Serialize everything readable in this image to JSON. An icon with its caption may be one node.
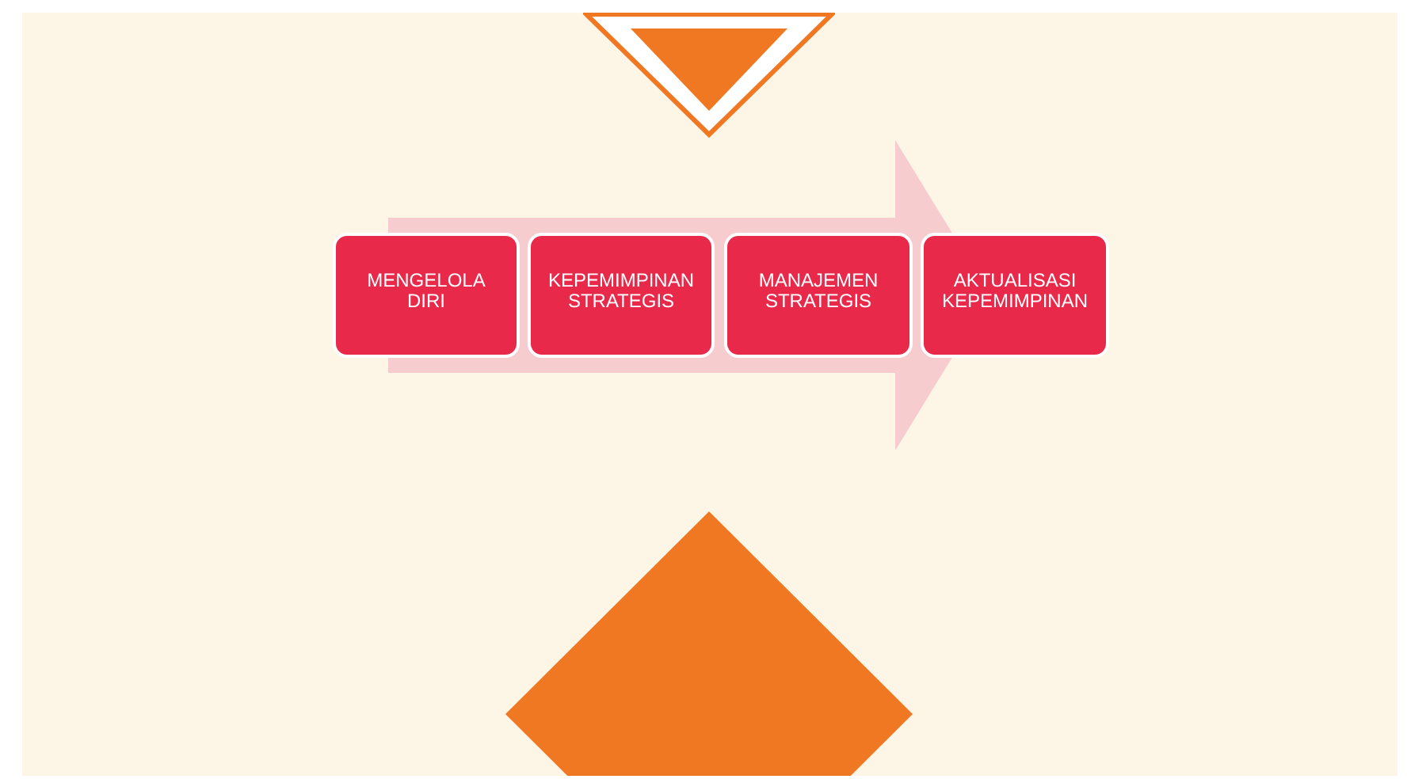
{
  "diagram": {
    "nodes": [
      {
        "text": [],
        "shape": "triangle"
      },
      {
        "text": [
          "MENGELOLA DIRI"
        ]
      },
      {
        "text": [
          "KEPEMIMPINAN STRATEGIS"
        ]
      },
      {
        "text": [
          "MANAJEMEN STRATEGIS"
        ]
      },
      {
        "text": [
          "AKTUALISASI KEPEMIMPINAN"
        ]
      },
      {
        "text": [],
        "shape": "diamond"
      }
    ],
    "edges": [
      {
        "from": 1,
        "to": 4,
        "arrow": "to"
      }
    ]
  }
}
